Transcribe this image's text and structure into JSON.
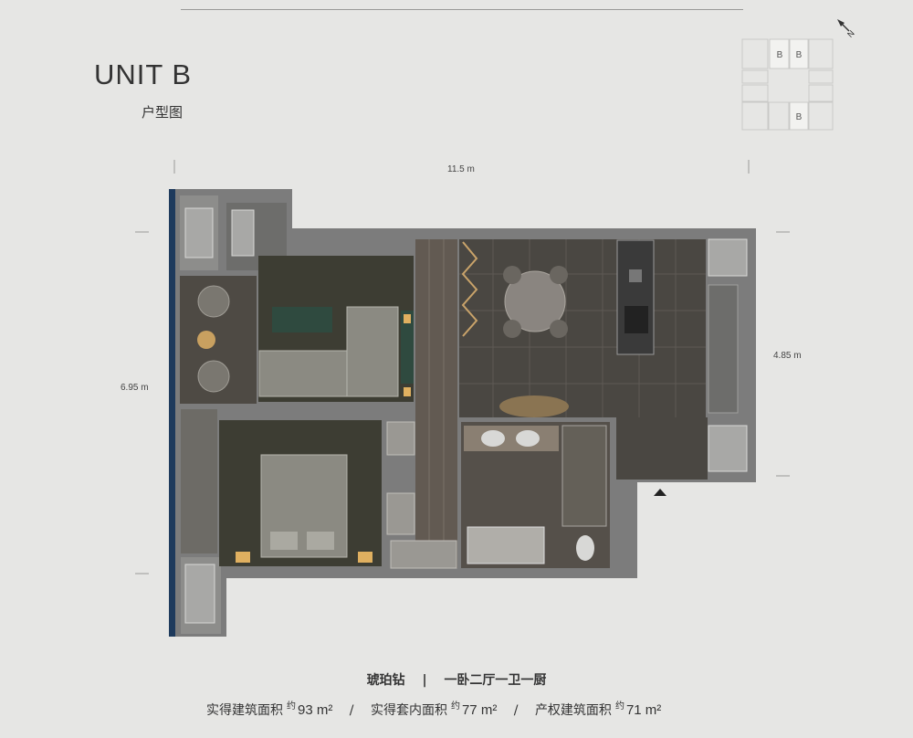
{
  "header": {
    "unit_title": "UNIT B",
    "plan_label": "户型图"
  },
  "key_plan": {
    "unit_letter": "B",
    "highlight_color": "#f2f2f0",
    "cells": [
      "B",
      "B",
      "B"
    ]
  },
  "compass": {
    "letter": "N"
  },
  "dimensions": {
    "width_total": "11.5 m",
    "height_left": "6.95 m",
    "height_right": "4.85 m"
  },
  "colors": {
    "background": "#e6e6e4",
    "wall": "#7c7c7c",
    "floor_dark": "#4a4742",
    "carpet": "#3d3d33",
    "window_glass": "#1e3a5c"
  },
  "footer": {
    "series_name": "琥珀钻",
    "layout_desc": "一卧二厅一卫一厨",
    "divider": "|",
    "areas": [
      {
        "label": "实得建筑面积",
        "approx": "约",
        "value": "93 m²"
      },
      {
        "label": "实得套内面积",
        "approx": "约",
        "value": "77 m²"
      },
      {
        "label": "产权建筑面积",
        "approx": "约",
        "value": "71 m²"
      }
    ],
    "area_separator": "/"
  }
}
